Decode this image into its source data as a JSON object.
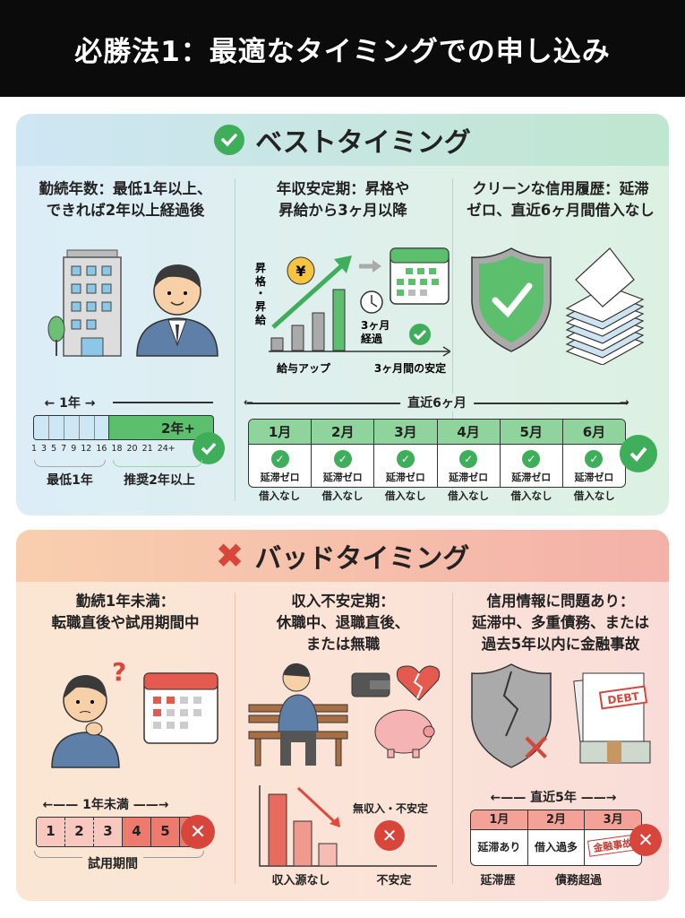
{
  "header": {
    "title": "必勝法1：最適なタイミングでの申し込み"
  },
  "good": {
    "title": "ベストタイミング",
    "columns": [
      {
        "heading_l1": "勤続年数：最低1年以上、",
        "heading_l2": "できれば2年以上経過後"
      },
      {
        "heading_l1": "年収安定期：昇格や",
        "heading_l2": "昇給から3ヶ月以降",
        "yen": "¥",
        "vert_label": [
          "昇",
          "格",
          "・",
          "昇",
          "給"
        ],
        "elapsed_l1": "3ヶ月",
        "elapsed_l2": "経過",
        "x_label_left": "給与アップ",
        "x_label_right": "3ヶ月間の安定"
      },
      {
        "heading_l1": "クリーンな信用履歴：延滞",
        "heading_l2": "ゼロ、直近6ヶ月間借入なし"
      }
    ],
    "tenure": {
      "span_label": "1年",
      "bar_label": "2年+",
      "ticks": [
        "1",
        "3",
        "5",
        "7",
        "9",
        "12",
        "16",
        "18",
        "20",
        "21",
        "24+"
      ],
      "min_label": "最低1年",
      "rec_label": "推奨2年以上"
    },
    "months": {
      "span_label": "直近6ヶ月",
      "cells": [
        {
          "month": "1月",
          "status": "延滞ゼロ",
          "note": "借入なし"
        },
        {
          "month": "2月",
          "status": "延滞ゼロ",
          "note": "借入なし"
        },
        {
          "month": "3月",
          "status": "延滞ゼロ",
          "note": "借入なし"
        },
        {
          "month": "4月",
          "status": "延滞ゼロ",
          "note": "借入なし"
        },
        {
          "month": "5月",
          "status": "延滞ゼロ",
          "note": "借入なし"
        },
        {
          "month": "6月",
          "status": "延滞ゼロ",
          "note": "借入なし"
        }
      ]
    }
  },
  "bad": {
    "title": "バッドタイミング",
    "columns": [
      {
        "heading_l1": "勤続1年未満：",
        "heading_l2": "転職直後や試用期間中",
        "question": "?"
      },
      {
        "heading_l1": "収入不安定期：",
        "heading_l2": "休職中、退職直後、",
        "heading_l3": "または無職",
        "chart_note": "無収入・不安定",
        "x_label_left": "収入源なし",
        "x_label_right": "不安定"
      },
      {
        "heading_l1": "信用情報に問題あり：",
        "heading_l2": "延滞中、多重債務、または",
        "heading_l3": "過去5年以内に金融事故",
        "doc_label": "DEBT"
      }
    ],
    "probation": {
      "span_label": "1年未満",
      "cells": [
        "1",
        "2",
        "3",
        "4",
        "5"
      ],
      "label": "試用期間"
    },
    "history": {
      "span_label": "直近5年",
      "cells": [
        {
          "month": "1月",
          "status": "延滞あり"
        },
        {
          "month": "2月",
          "status": "借入過多"
        },
        {
          "month": "3月",
          "status": "金融事故"
        }
      ],
      "label_left": "延滞歴",
      "label_right": "債務超過"
    }
  },
  "colors": {
    "good": "#3fae5a",
    "bad": "#d8453b",
    "header": "#0b0b0b"
  }
}
